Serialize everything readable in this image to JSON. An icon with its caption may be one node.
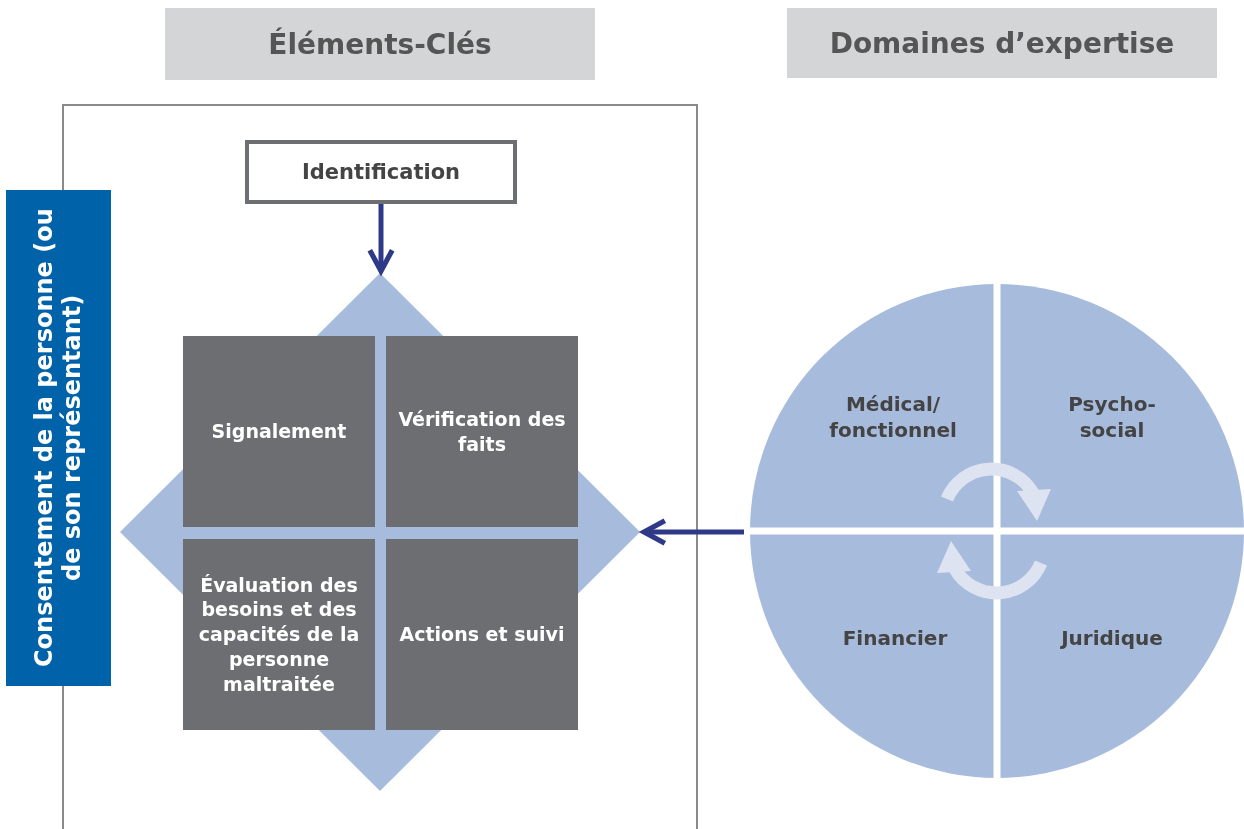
{
  "diagram": {
    "nodes": [
      {
        "text": [
          "Éléments-Clés"
        ]
      },
      {
        "text": [
          "Domaines d’expertise"
        ]
      },
      {
        "text": [],
        "shape": "box"
      },
      {
        "text": [
          "Consentement de la personne (ou de son représentant)"
        ]
      },
      {
        "text": [
          "Identification"
        ],
        "in": 2
      },
      {
        "text": [],
        "shape": "diamond",
        "in": 2
      },
      {
        "text": [
          "Signalement"
        ],
        "in": 5
      },
      {
        "text": [
          "Vérification des faits"
        ],
        "in": 5
      },
      {
        "text": [
          "Évaluation des besoins et des capacités de la personne maltraitée"
        ],
        "in": 5
      },
      {
        "text": [
          "Actions et suivi"
        ],
        "in": 5
      },
      {
        "text": [],
        "shape": "circle"
      },
      {
        "text": [
          "Médical/ fonctionnel"
        ],
        "in": 10
      },
      {
        "text": [
          "Psycho- social"
        ],
        "in": 10
      },
      {
        "text": [
          "Financier"
        ],
        "in": 10
      },
      {
        "text": [
          "Juridique"
        ],
        "in": 10
      }
    ],
    "edges": [
      {
        "from": 4,
        "to": 5,
        "arrow": "to"
      },
      {
        "from": 10,
        "to": 5,
        "arrow": "to"
      }
    ]
  }
}
